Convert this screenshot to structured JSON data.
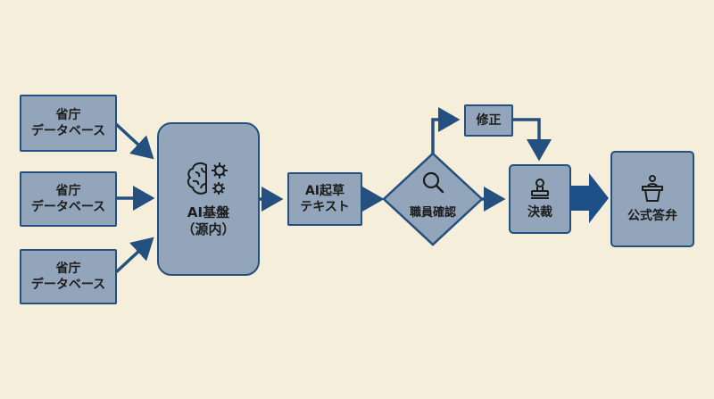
{
  "colors": {
    "background": "#f5eedb",
    "box_fill": "#93a5ba",
    "box_border": "#24507f",
    "arrow": "#24507f",
    "text": "#1c1c1c"
  },
  "nodes": {
    "db1": {
      "line1": "省庁",
      "line2": "データベース"
    },
    "db2": {
      "line1": "省庁",
      "line2": "データベース"
    },
    "db3": {
      "line1": "省庁",
      "line2": "データベース"
    },
    "ai_base": {
      "line1": "AI基盤",
      "line2": "（源内）",
      "icons": [
        "brain-icon",
        "gear-icon"
      ]
    },
    "draft": {
      "line1": "AI起草",
      "line2": "テキスト"
    },
    "review": {
      "label": "職員確認",
      "icon": "magnifier-icon"
    },
    "fix": {
      "label": "修正"
    },
    "approve": {
      "label": "決裁",
      "icon": "stamp-icon"
    },
    "answer": {
      "label": "公式答弁",
      "icon": "podium-icon"
    }
  }
}
